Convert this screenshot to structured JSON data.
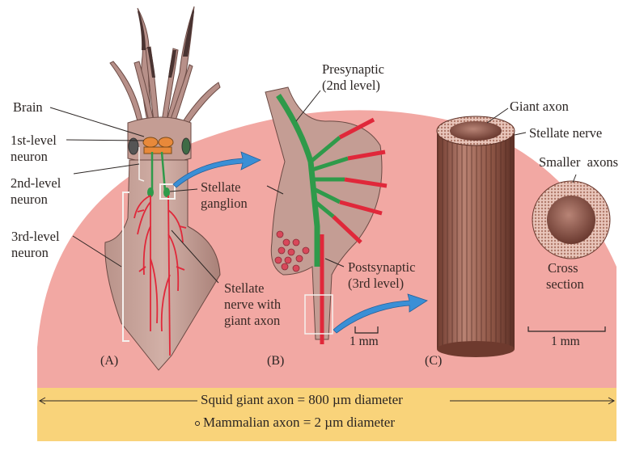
{
  "figure": {
    "panels": [
      "(A)",
      "(B)",
      "(C)"
    ],
    "labels_a": {
      "brain": "Brain",
      "first_level_1": "1st-level",
      "first_level_2": "neuron",
      "second_level_1": "2nd-level",
      "second_level_2": "neuron",
      "third_level_1": "3rd-level",
      "third_level_2": "neuron",
      "stellate_ganglion_1": "Stellate",
      "stellate_ganglion_2": "ganglion",
      "stellate_nerve_1": "Stellate",
      "stellate_nerve_2": "nerve with",
      "stellate_nerve_3": "giant axon"
    },
    "labels_b": {
      "presynaptic_1": "Presynaptic",
      "presynaptic_2": "(2nd level)",
      "postsynaptic_1": "Postsynaptic",
      "postsynaptic_2": "(3rd level)",
      "scale": "1 mm"
    },
    "labels_c": {
      "giant_axon": "Giant axon",
      "stellate_nerve": "Stellate nerve",
      "smaller_axons": "Smaller  axons",
      "cross_1": "Cross",
      "cross_2": "section",
      "scale": "1 mm"
    },
    "comparison": {
      "squid": "Squid giant axon = 800 µm diameter",
      "mammal": "Mammalian axon = 2 µm diameter"
    },
    "colors": {
      "background_dome": "#f2a8a3",
      "band": "#f9d37a",
      "squid_body": "#c9a299",
      "nerve_red": "#e0283a",
      "nerve_green": "#2f9a4a",
      "arrow_blue": "#3a8fd6",
      "axon_brown": "#8a5040"
    }
  }
}
